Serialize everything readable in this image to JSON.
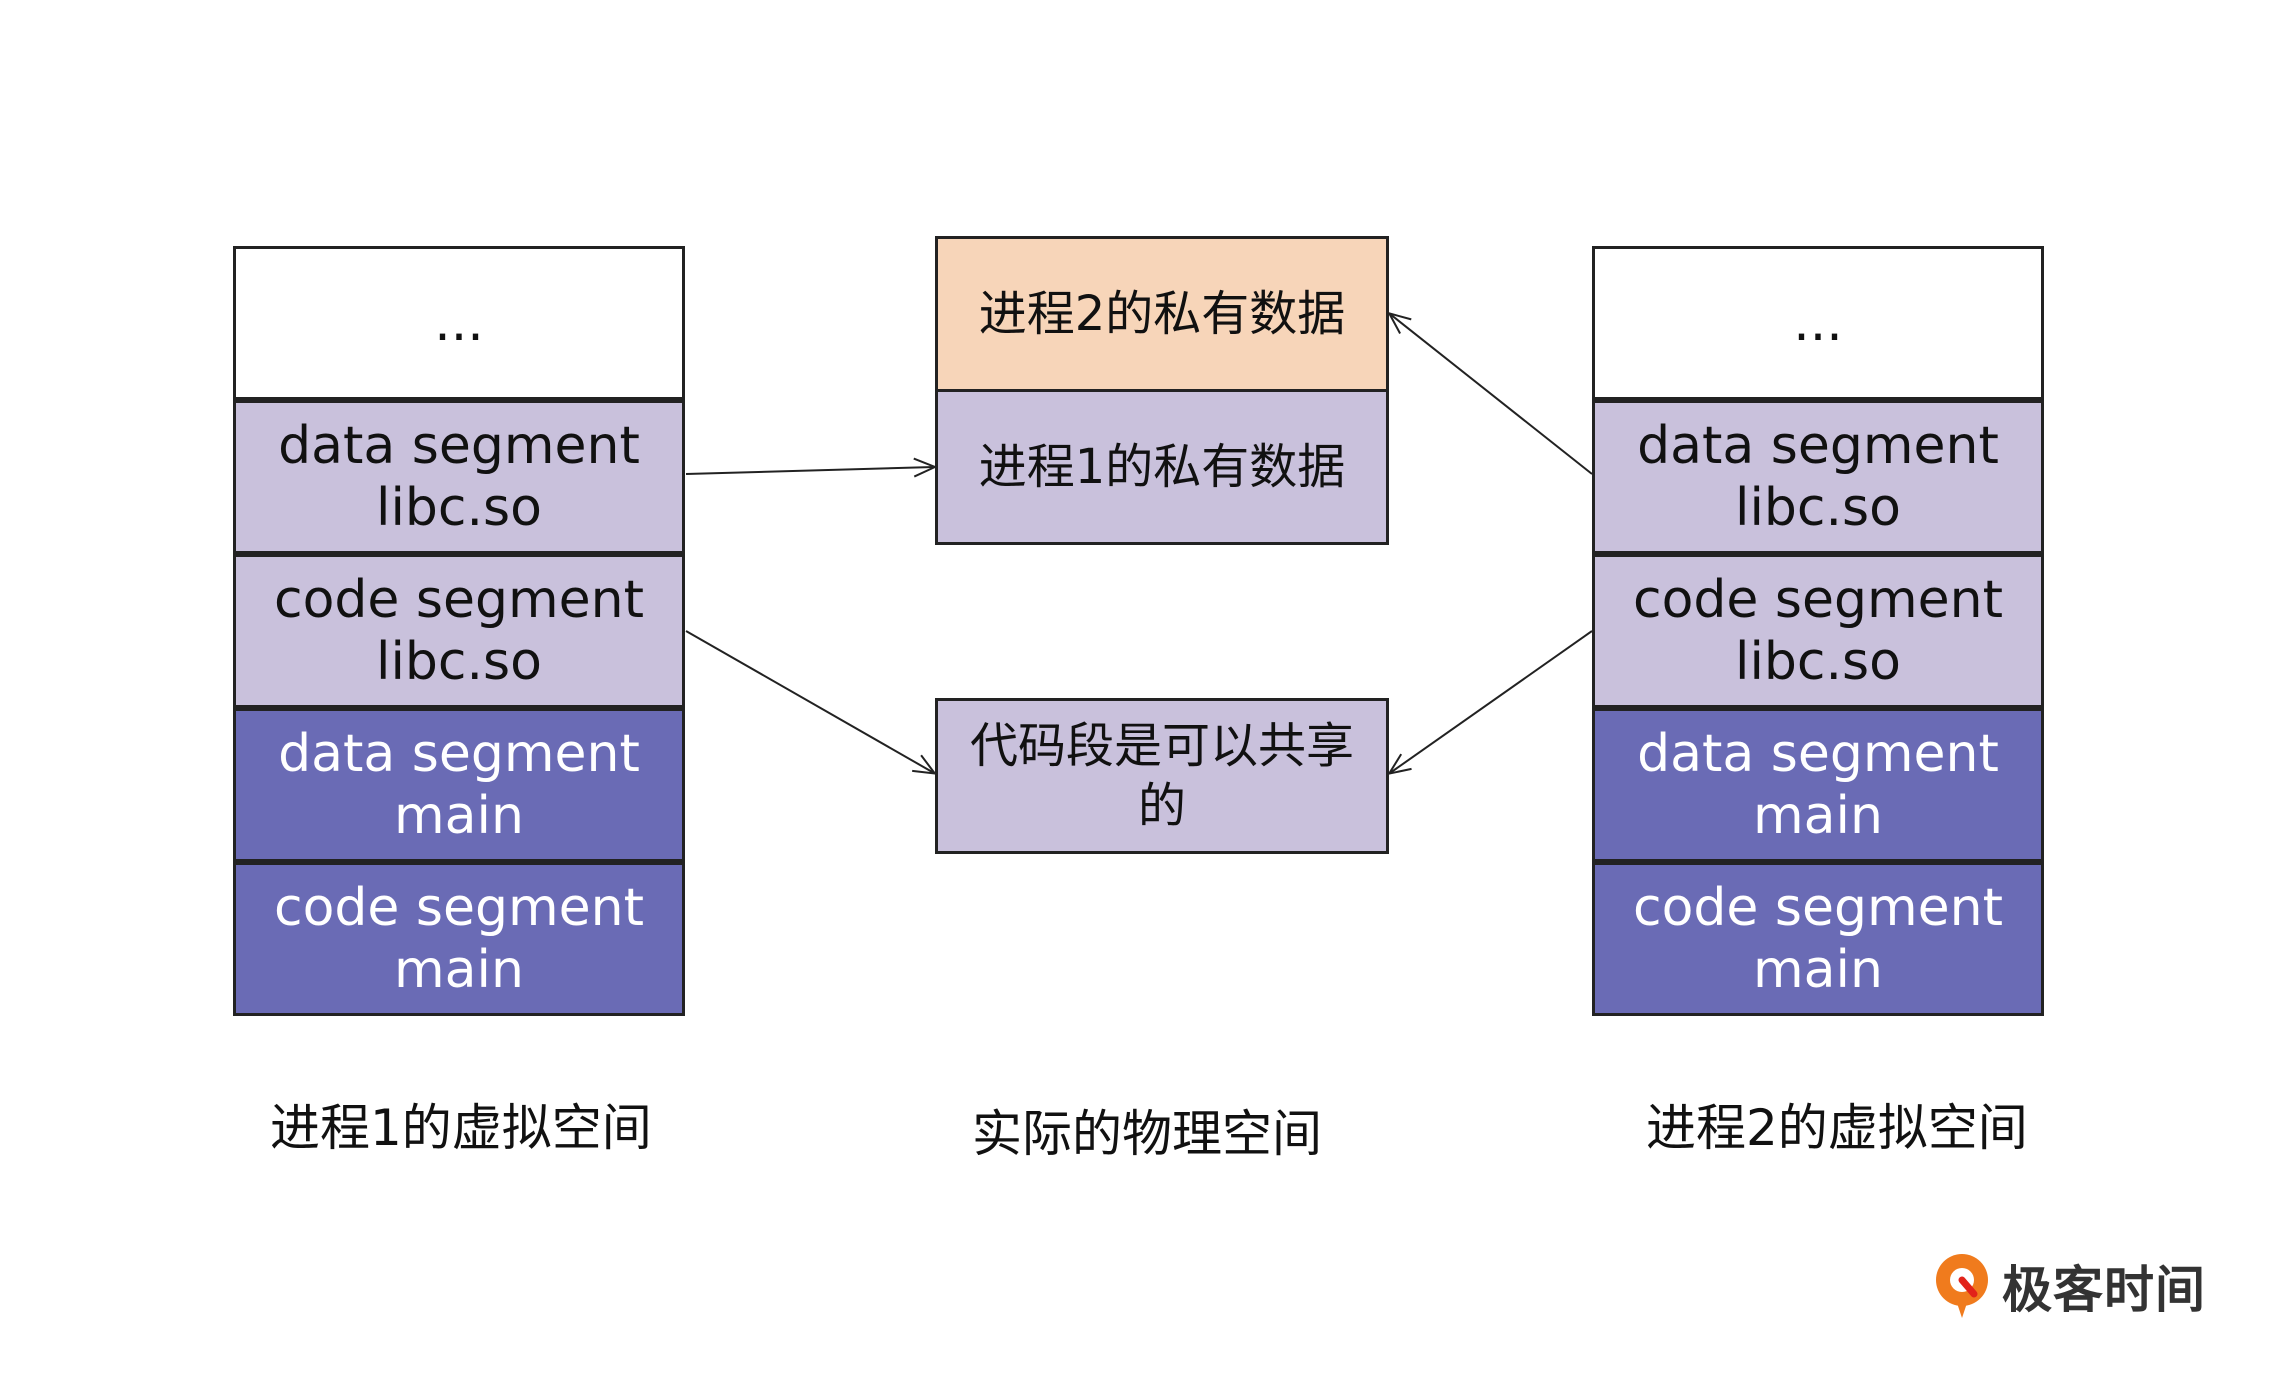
{
  "process1": {
    "caption": "进程1的虚拟空间",
    "segments": [
      {
        "line1": "...",
        "line2": ""
      },
      {
        "line1": "data segment",
        "line2": "libc.so"
      },
      {
        "line1": "code segment",
        "line2": "libc.so"
      },
      {
        "line1": "data segment",
        "line2": "main"
      },
      {
        "line1": "code segment",
        "line2": "main"
      }
    ]
  },
  "process2": {
    "caption": "进程2的虚拟空间",
    "segments": [
      {
        "line1": "...",
        "line2": ""
      },
      {
        "line1": "data segment",
        "line2": "libc.so"
      },
      {
        "line1": "code segment",
        "line2": "libc.so"
      },
      {
        "line1": "data segment",
        "line2": "main"
      },
      {
        "line1": "code segment",
        "line2": "main"
      }
    ]
  },
  "physical": {
    "caption": "实际的物理空间",
    "p2_private": "进程2的私有数据",
    "p1_private": "进程1的私有数据",
    "shared_code": "代码段是可以共享的"
  },
  "colors": {
    "white": "#ffffff",
    "light_purple": "#c9c1dc",
    "dark_purple": "#6a6bb5",
    "peach": "#f7d5b9",
    "logo_orange": "#f07b1d"
  },
  "logo": {
    "text": "极客时间",
    "icon": "geektime-logo-icon"
  }
}
